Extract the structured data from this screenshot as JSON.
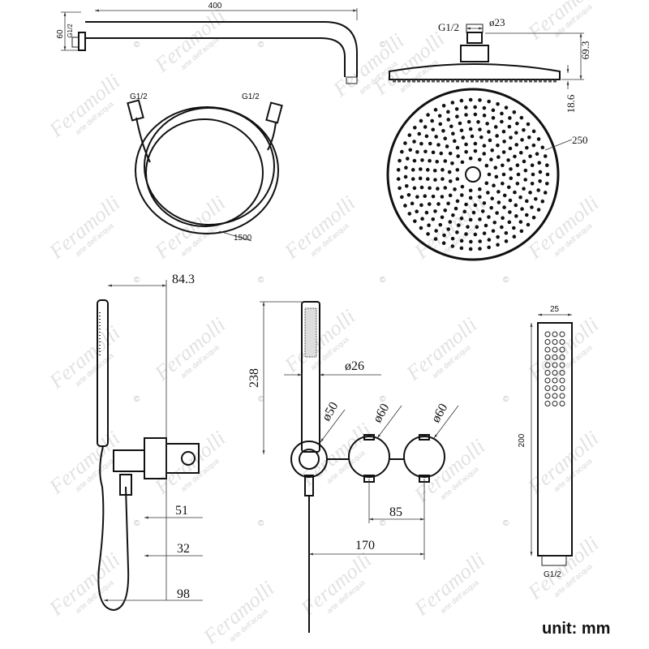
{
  "watermark": {
    "brand": "Feramolli",
    "tagline": "arte dell'acqua",
    "copyright": "©"
  },
  "shower_arm": {
    "length": "400",
    "flange_height": "60",
    "thread": "G1/2"
  },
  "hose": {
    "thread_left": "G1/2",
    "thread_right": "G1/2",
    "length": "1500"
  },
  "shower_head": {
    "thread": "G1/2",
    "connector_diameter": "ø23",
    "height": "69.3",
    "thickness": "18.6",
    "diameter": "250"
  },
  "side_view": {
    "depth_total": "84.3",
    "dim_51": "51",
    "dim_32": "32",
    "dim_98": "98"
  },
  "front_view": {
    "height": "238",
    "handle_diameter": "ø26",
    "holder_diameter": "ø50",
    "valve1_diameter": "ø60",
    "valve2_diameter": "ø60",
    "valve_spacing": "85",
    "total_width": "170"
  },
  "hand_shower": {
    "width": "25",
    "length": "200",
    "thread": "G1/2"
  },
  "unit_label": "unit: mm"
}
